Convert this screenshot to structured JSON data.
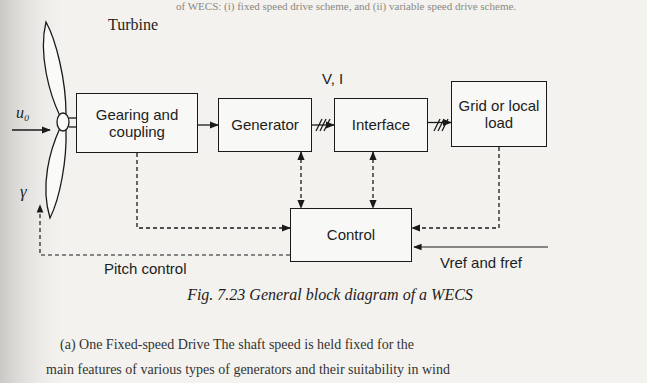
{
  "diagram": {
    "caption": "Fig. 7.23 General block diagram of a WECS",
    "nodes": [
      {
        "text": [
          "Gearing and coupling"
        ]
      },
      {
        "text": [
          "Generator"
        ]
      },
      {
        "text": [
          "Interface"
        ]
      },
      {
        "text": [
          "Grid or local load"
        ]
      },
      {
        "text": [
          "Control"
        ]
      }
    ],
    "edges": [
      {
        "from": 0,
        "to": 1,
        "arrow": "to"
      },
      {
        "from": 1,
        "to": 2,
        "label": "V, I",
        "arrow": "to"
      },
      {
        "from": 2,
        "to": 3,
        "arrow": "to"
      },
      {
        "from": 0,
        "to": 4,
        "arrow": "to"
      },
      {
        "from": 1,
        "to": 4,
        "arrow": "both"
      },
      {
        "from": 2,
        "to": 4,
        "arrow": "both"
      },
      {
        "from": 3,
        "to": 4,
        "arrow": "to"
      }
    ],
    "labels": [
      "Turbine",
      "u₀",
      "γ",
      "Pitch control",
      "Vref and fref",
      "of WECS: (i) fixed speed drive scheme, and (ii) variable speed drive scheme.",
      "(a) One Fixed-speed Drive  The shaft speed is held fixed for the",
      "main features of various types of generators and their suitability in wind"
    ]
  }
}
